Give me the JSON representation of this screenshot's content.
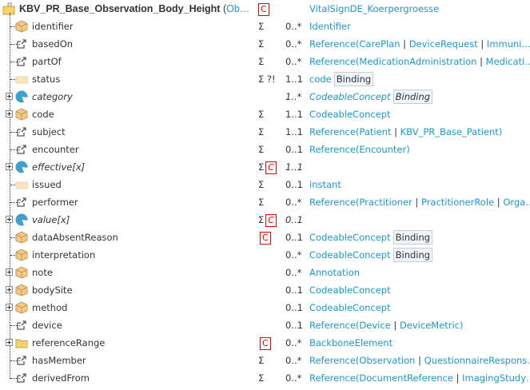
{
  "header": {
    "title": "KBV_PR_Base_Observation_Body_Height",
    "base_truncated": "Ob…",
    "constraint": "C",
    "type": "VitalSignDE_Koerpergroesse"
  },
  "colors": {
    "link": "#1a9ac8",
    "constraint": "#e00000"
  },
  "rows": [
    {
      "name": "identifier",
      "icon": "complex-icon",
      "expand": false,
      "italic": false,
      "flags": "Σ",
      "c": false,
      "card": "0..*",
      "type": [
        {
          "t": "Identifier",
          "l": true
        }
      ]
    },
    {
      "name": "basedOn",
      "icon": "reference-icon",
      "expand": false,
      "italic": false,
      "flags": "Σ",
      "c": false,
      "card": "0..*",
      "type": [
        {
          "t": "Reference(",
          "l": true
        },
        {
          "t": "CarePlan",
          "l": true
        },
        {
          "t": " | ",
          "l": false
        },
        {
          "t": "DeviceRequest",
          "l": true
        },
        {
          "t": " | ",
          "l": false
        },
        {
          "t": "Immuni…",
          "l": true
        }
      ]
    },
    {
      "name": "partOf",
      "icon": "reference-icon",
      "expand": false,
      "italic": false,
      "flags": "Σ",
      "c": false,
      "card": "0..*",
      "type": [
        {
          "t": "Reference(",
          "l": true
        },
        {
          "t": "MedicationAdministration",
          "l": true
        },
        {
          "t": " | ",
          "l": false
        },
        {
          "t": "Medicati…",
          "l": true
        }
      ]
    },
    {
      "name": "status",
      "icon": "primitive-icon",
      "expand": false,
      "italic": false,
      "flags": "Σ ?!",
      "c": false,
      "card": "1..1",
      "type": [
        {
          "t": "code",
          "l": true
        }
      ],
      "binding": "Binding"
    },
    {
      "name": "category",
      "icon": "choice-icon",
      "expand": true,
      "italic": true,
      "flags": "",
      "c": false,
      "card": "1..*",
      "type": [
        {
          "t": "CodeableConcept",
          "l": true
        }
      ],
      "binding": "Binding"
    },
    {
      "name": "code",
      "icon": "complex-icon",
      "expand": true,
      "italic": false,
      "flags": "Σ",
      "c": false,
      "card": "1..1",
      "type": [
        {
          "t": "CodeableConcept",
          "l": true
        }
      ]
    },
    {
      "name": "subject",
      "icon": "reference-icon",
      "expand": false,
      "italic": false,
      "flags": "Σ",
      "c": false,
      "card": "1..1",
      "type": [
        {
          "t": "Reference(",
          "l": true
        },
        {
          "t": "Patient",
          "l": true
        },
        {
          "t": " | ",
          "l": false
        },
        {
          "t": "KBV_PR_Base_Patient",
          "l": true
        },
        {
          "t": ")",
          "l": true
        }
      ]
    },
    {
      "name": "encounter",
      "icon": "reference-icon",
      "expand": false,
      "italic": false,
      "flags": "Σ",
      "c": false,
      "card": "0..1",
      "type": [
        {
          "t": "Reference(",
          "l": true
        },
        {
          "t": "Encounter",
          "l": true
        },
        {
          "t": ")",
          "l": true
        }
      ]
    },
    {
      "name": "effective[x]",
      "icon": "choice-icon",
      "expand": true,
      "italic": true,
      "flags": "Σ",
      "c": true,
      "card": "1..1",
      "type": []
    },
    {
      "name": "issued",
      "icon": "primitive-icon",
      "expand": false,
      "italic": false,
      "flags": "Σ",
      "c": false,
      "card": "0..1",
      "type": [
        {
          "t": "instant",
          "l": true
        }
      ]
    },
    {
      "name": "performer",
      "icon": "reference-icon",
      "expand": false,
      "italic": false,
      "flags": "Σ",
      "c": false,
      "card": "0..*",
      "type": [
        {
          "t": "Reference(",
          "l": true
        },
        {
          "t": "Practitioner",
          "l": true
        },
        {
          "t": " | ",
          "l": false
        },
        {
          "t": "PractitionerRole",
          "l": true
        },
        {
          "t": " | ",
          "l": false
        },
        {
          "t": "Orga…",
          "l": true
        }
      ]
    },
    {
      "name": "value[x]",
      "icon": "choice-icon",
      "expand": true,
      "italic": true,
      "flags": "Σ",
      "c": true,
      "card": "0..1",
      "type": []
    },
    {
      "name": "dataAbsentReason",
      "icon": "complex-icon",
      "expand": false,
      "italic": false,
      "flags": "",
      "c": true,
      "card": "0..1",
      "type": [
        {
          "t": "CodeableConcept",
          "l": true
        }
      ],
      "binding": "Binding"
    },
    {
      "name": "interpretation",
      "icon": "complex-icon",
      "expand": false,
      "italic": false,
      "flags": "",
      "c": false,
      "card": "0..*",
      "type": [
        {
          "t": "CodeableConcept",
          "l": true
        }
      ],
      "binding": "Binding"
    },
    {
      "name": "note",
      "icon": "complex-icon",
      "expand": true,
      "italic": false,
      "flags": "",
      "c": false,
      "card": "0..*",
      "type": [
        {
          "t": "Annotation",
          "l": true
        }
      ]
    },
    {
      "name": "bodySite",
      "icon": "complex-icon",
      "expand": true,
      "italic": false,
      "flags": "",
      "c": false,
      "card": "0..1",
      "type": [
        {
          "t": "CodeableConcept",
          "l": true
        }
      ]
    },
    {
      "name": "method",
      "icon": "complex-icon",
      "expand": true,
      "italic": false,
      "flags": "",
      "c": false,
      "card": "0..1",
      "type": [
        {
          "t": "CodeableConcept",
          "l": true
        }
      ]
    },
    {
      "name": "device",
      "icon": "reference-icon",
      "expand": false,
      "italic": false,
      "flags": "",
      "c": false,
      "card": "0..1",
      "type": [
        {
          "t": "Reference(",
          "l": true
        },
        {
          "t": "Device",
          "l": true
        },
        {
          "t": " | ",
          "l": false
        },
        {
          "t": "DeviceMetric",
          "l": true
        },
        {
          "t": ")",
          "l": true
        }
      ]
    },
    {
      "name": "referenceRange",
      "icon": "folder-icon",
      "expand": true,
      "italic": false,
      "flags": "",
      "c": true,
      "card": "0..*",
      "type": [
        {
          "t": "BackboneElement",
          "l": true
        }
      ]
    },
    {
      "name": "hasMember",
      "icon": "reference-icon",
      "expand": false,
      "italic": false,
      "flags": "Σ",
      "c": false,
      "card": "0..*",
      "type": [
        {
          "t": "Reference(",
          "l": true
        },
        {
          "t": "Observation",
          "l": true
        },
        {
          "t": " | ",
          "l": false
        },
        {
          "t": "QuestionnaireRespons…",
          "l": true
        }
      ]
    },
    {
      "name": "derivedFrom",
      "icon": "reference-icon",
      "expand": false,
      "italic": false,
      "flags": "Σ",
      "c": false,
      "card": "0..*",
      "type": [
        {
          "t": "Reference(",
          "l": true
        },
        {
          "t": "DocumentReference",
          "l": true
        },
        {
          "t": " | ",
          "l": false
        },
        {
          "t": "ImagingStudy…",
          "l": true
        }
      ]
    }
  ]
}
